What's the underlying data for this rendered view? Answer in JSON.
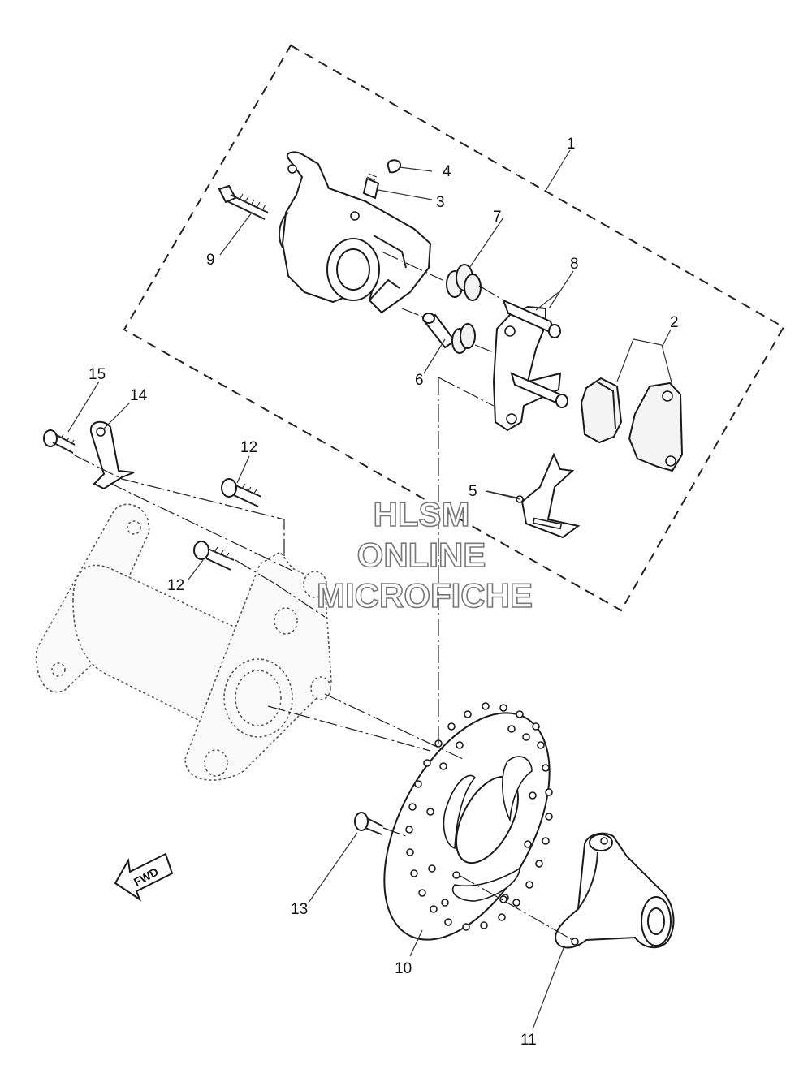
{
  "callouts": {
    "c1": "1",
    "c2": "2",
    "c3": "3",
    "c4": "4",
    "c5": "5",
    "c6": "6",
    "c7": "7",
    "c8": "8",
    "c9": "9",
    "c10": "10",
    "c11": "11",
    "c12a": "12",
    "c12b": "12",
    "c13": "13",
    "c14": "14",
    "c15": "15"
  },
  "fwd_label": "FWD",
  "watermark": {
    "line1": "HLSM",
    "line2": "ONLINE",
    "line3": "MICROFICHE"
  },
  "colors": {
    "line": "#1a1a1a",
    "background": "#ffffff",
    "watermark_outline": "#777777"
  }
}
